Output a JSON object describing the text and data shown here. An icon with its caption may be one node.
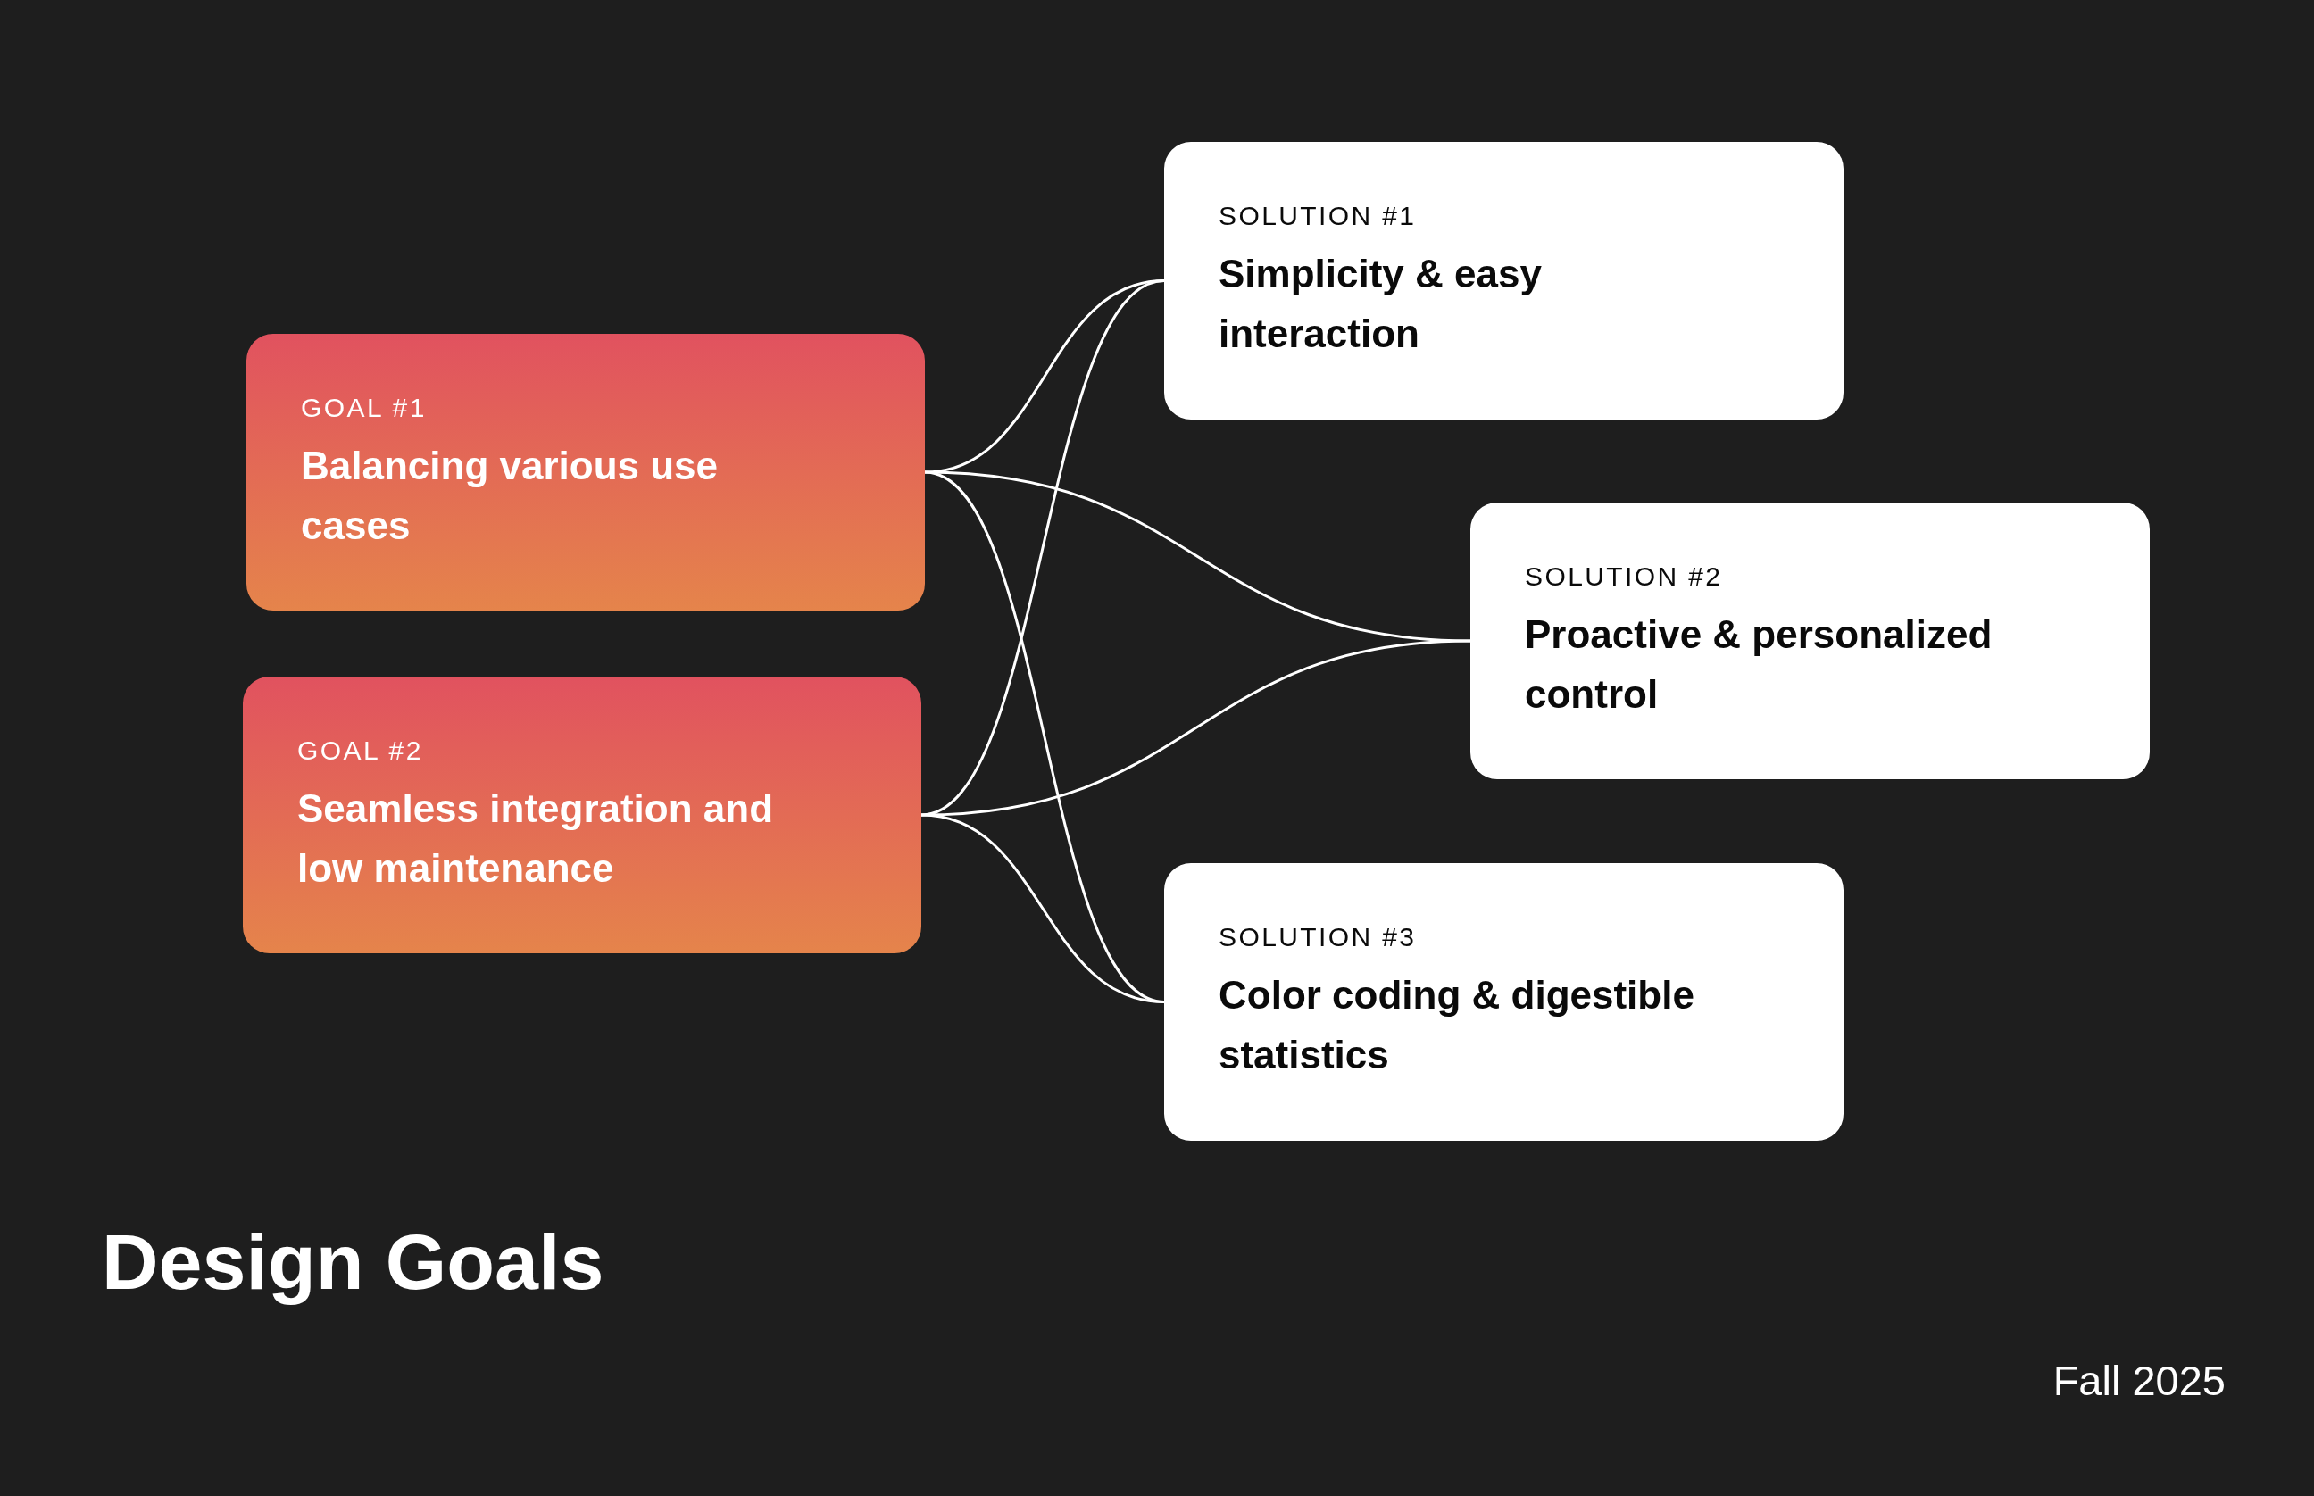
{
  "diagram": {
    "title": "Design Goals",
    "nodes": [
      {
        "text": [
          "GOAL #1",
          "Balancing various use cases"
        ]
      },
      {
        "text": [
          "GOAL #2",
          "Seamless integration and low maintenance"
        ]
      },
      {
        "text": [
          "SOLUTION #1",
          "Simplicity & easy interaction"
        ]
      },
      {
        "text": [
          "SOLUTION #2",
          "Proactive & personalized control"
        ]
      },
      {
        "text": [
          "SOLUTION #3",
          "Color coding & digestible statistics"
        ]
      }
    ],
    "edges": [
      {
        "from": 0,
        "to": 2,
        "arrow": "none"
      },
      {
        "from": 0,
        "to": 3,
        "arrow": "none"
      },
      {
        "from": 0,
        "to": 4,
        "arrow": "none"
      },
      {
        "from": 1,
        "to": 2,
        "arrow": "none"
      },
      {
        "from": 1,
        "to": 3,
        "arrow": "none"
      },
      {
        "from": 1,
        "to": 4,
        "arrow": "none"
      }
    ],
    "labels": [
      "Fall 2025"
    ]
  }
}
